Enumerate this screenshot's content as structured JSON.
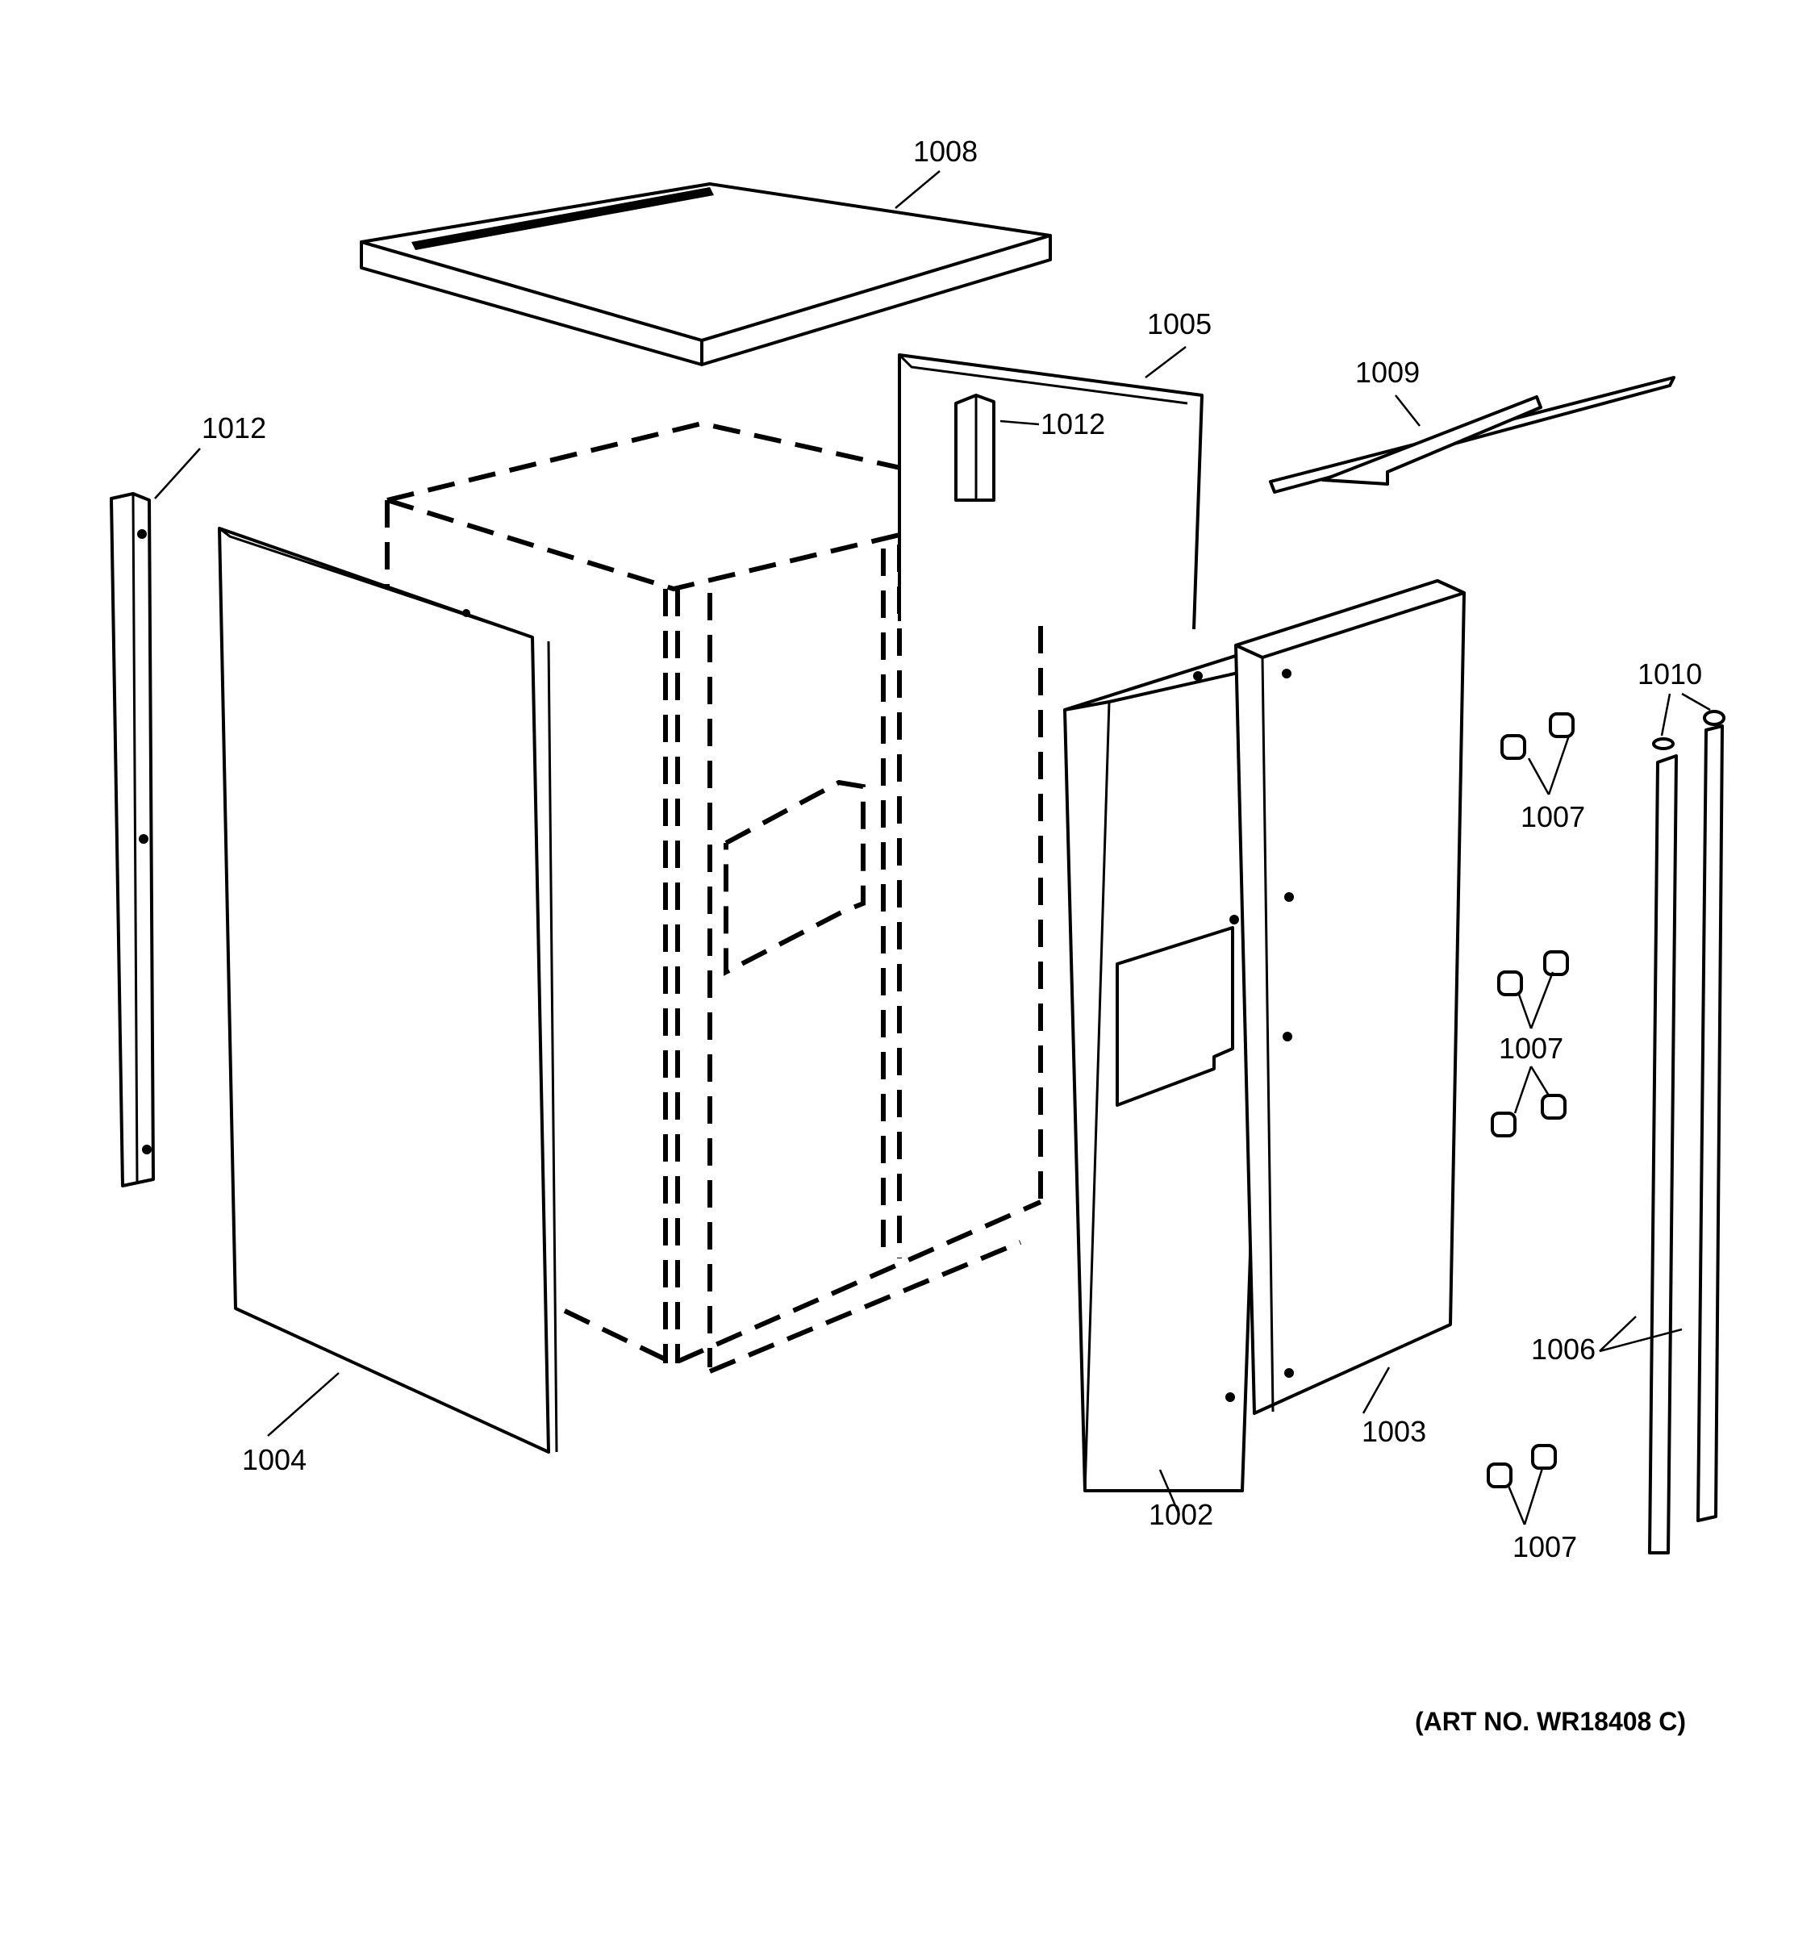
{
  "callouts": {
    "c1008": "1008",
    "c1005": "1005",
    "c1009": "1009",
    "c1012_left": "1012",
    "c1012_right": "1012",
    "c1010": "1010",
    "c1007_a": "1007",
    "c1007_b": "1007",
    "c1007_c": "1007",
    "c1006": "1006",
    "c1004": "1004",
    "c1002": "1002",
    "c1003": "1003"
  },
  "art_number": "(ART NO. WR18408 C)"
}
